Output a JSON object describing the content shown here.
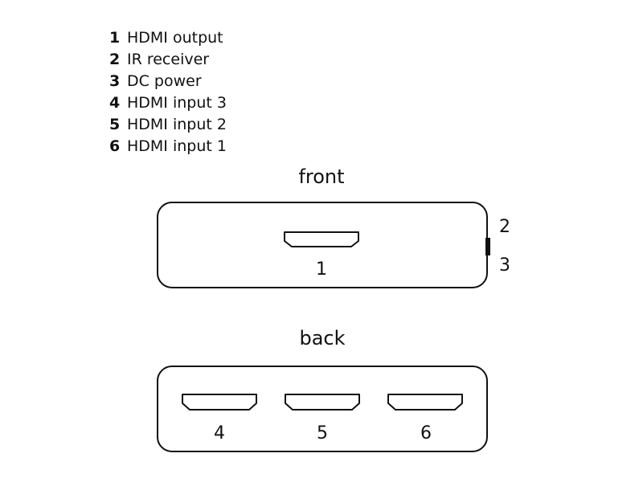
{
  "legend": [
    {
      "num": "1",
      "label": "HDMI output"
    },
    {
      "num": "2",
      "label": "IR receiver"
    },
    {
      "num": "3",
      "label": "DC power"
    },
    {
      "num": "4",
      "label": "HDMI input 3"
    },
    {
      "num": "5",
      "label": "HDMI input 2"
    },
    {
      "num": "6",
      "label": "HDMI input 1"
    }
  ],
  "front": {
    "title": "front",
    "port_label": "1",
    "side_labels": [
      "2",
      "3"
    ]
  },
  "back": {
    "title": "back",
    "port_labels": [
      "4",
      "5",
      "6"
    ]
  }
}
